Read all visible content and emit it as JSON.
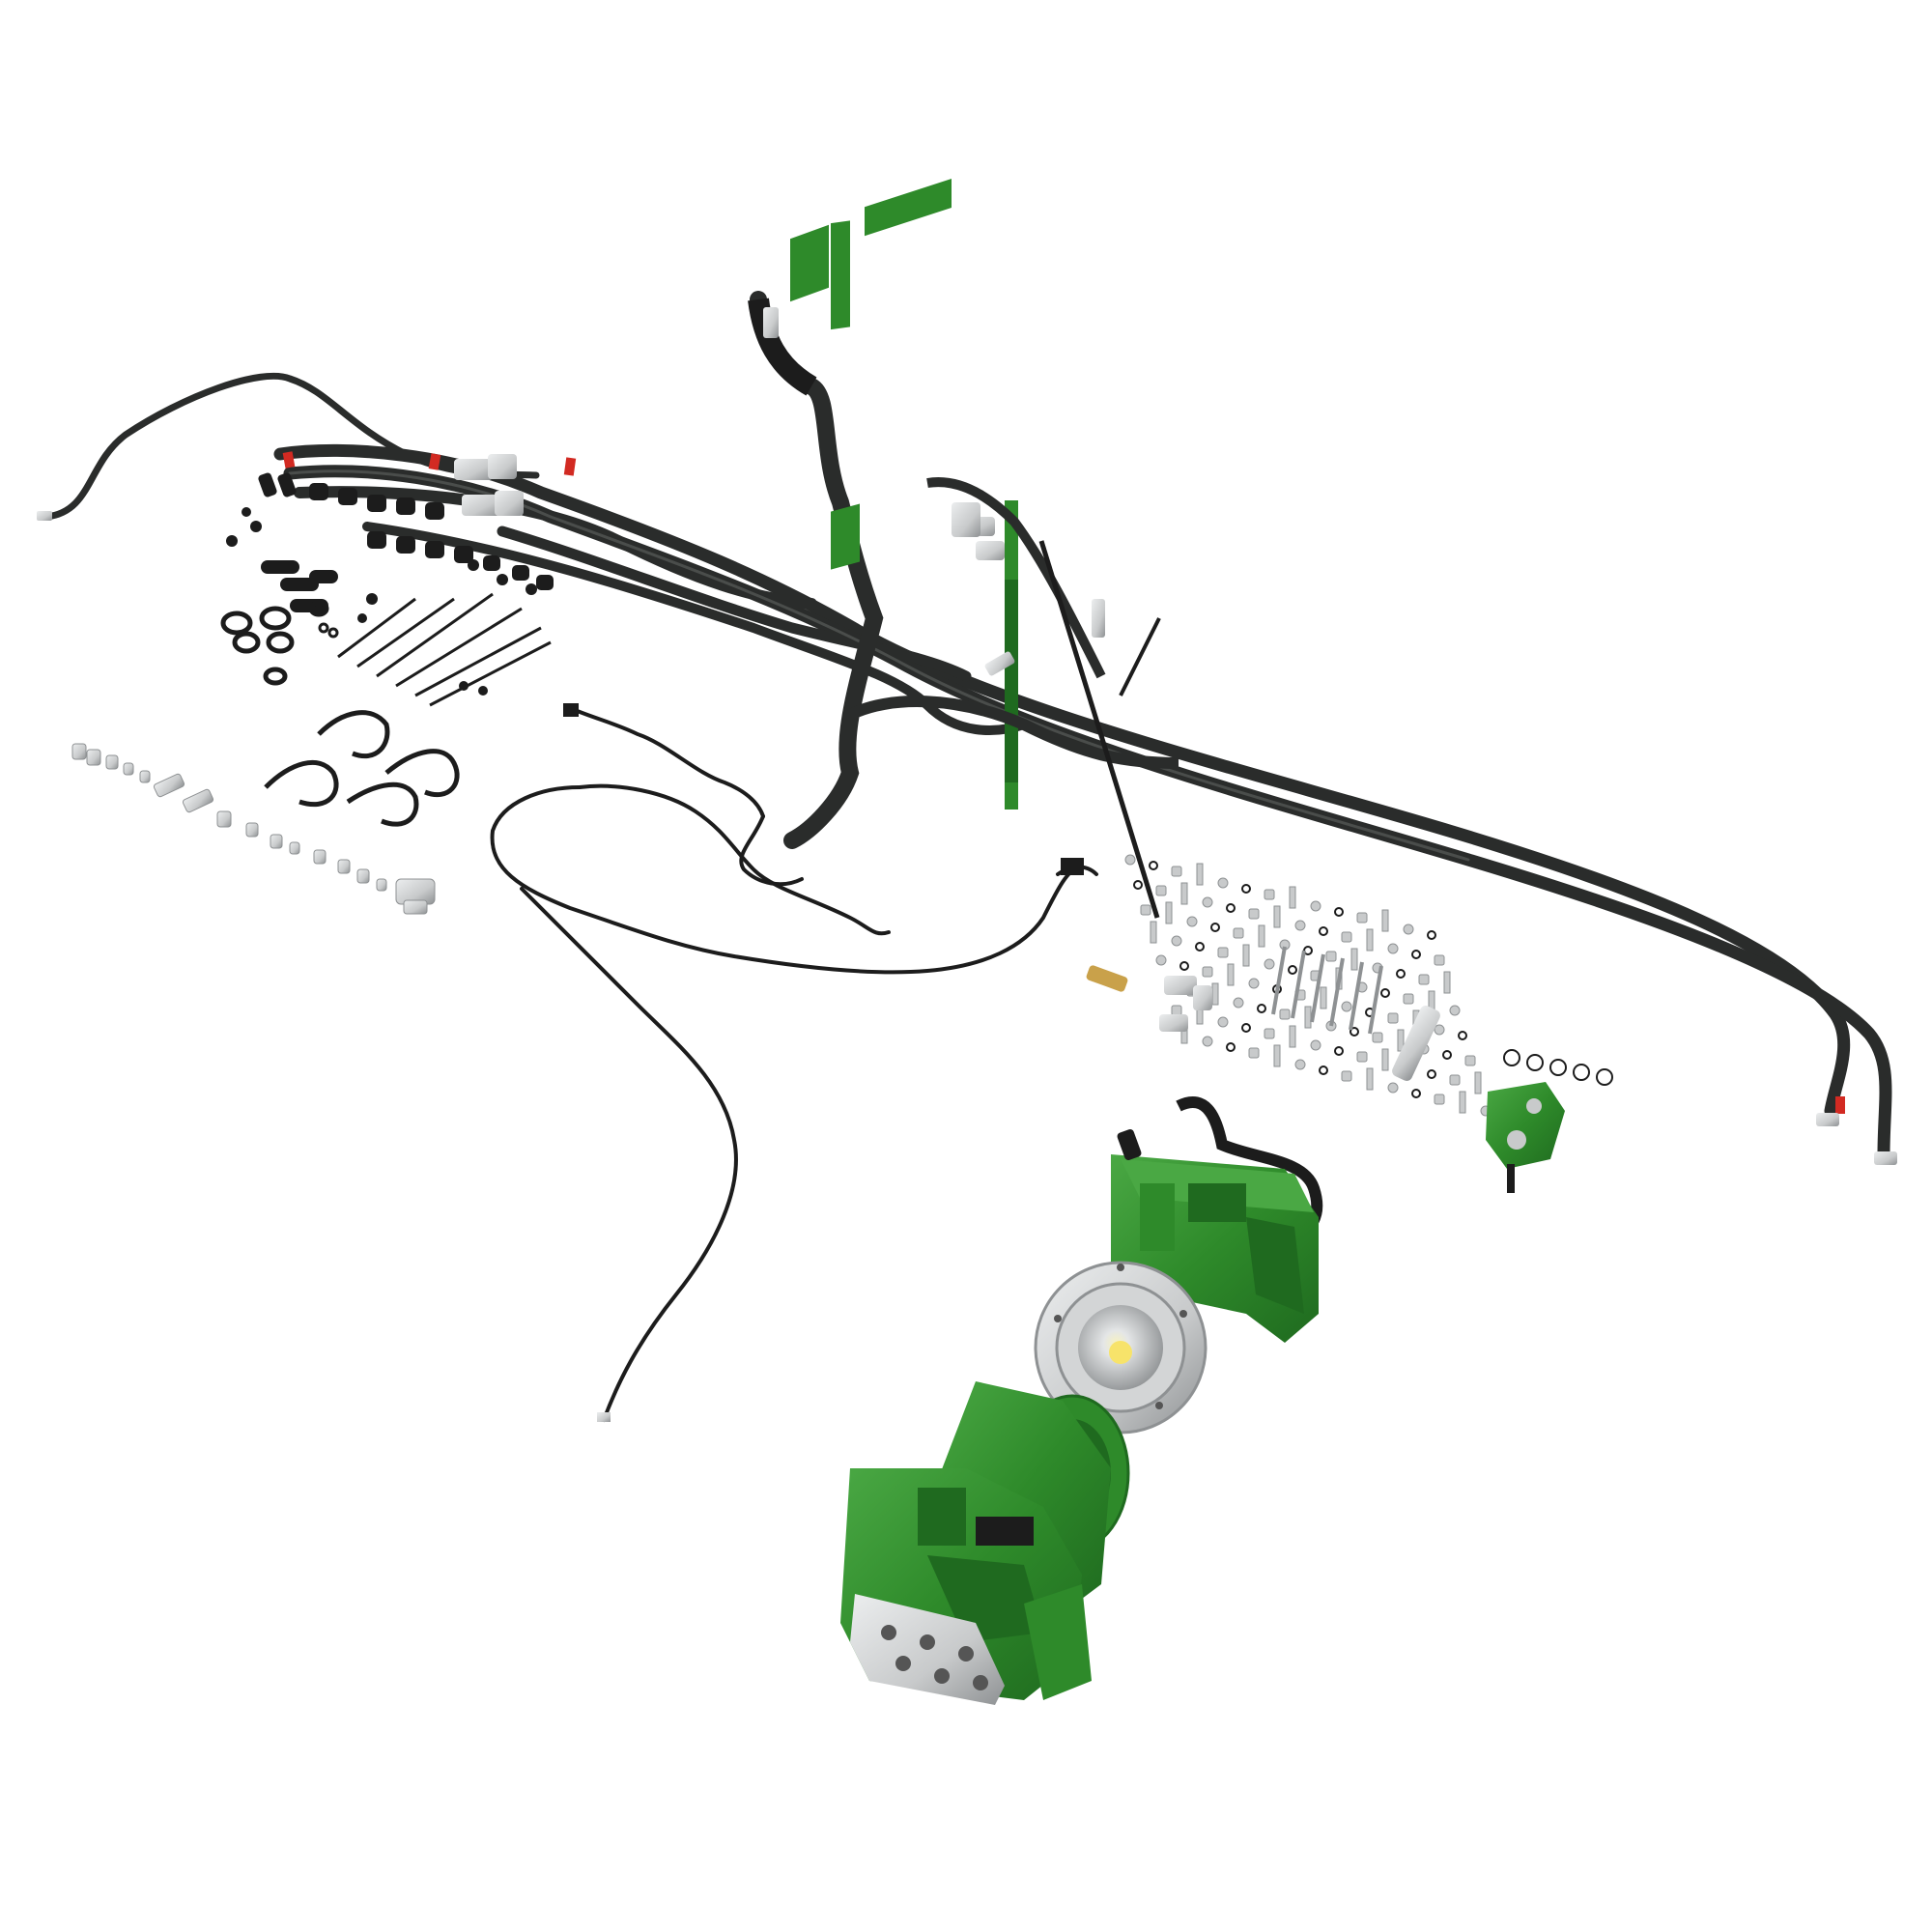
{
  "colors": {
    "background": "#ffffff",
    "hose": "#2a2c2b",
    "hose_highlight": "#4a4d4b",
    "green": "#2e8a2a",
    "green_dark": "#1f6a1f",
    "green_light": "#4aa844",
    "metal": "#c8cacb",
    "metal_dark": "#8e9193",
    "brass": "#c9a14a",
    "red_band": "#d22a22",
    "black_part": "#1c1c1c"
  },
  "parts": [
    {
      "name": "hydraulic-hose-bundle",
      "icon": "hose-icon"
    },
    {
      "name": "mounting-bracket-assembly",
      "icon": "bracket-icon"
    },
    {
      "name": "hose-clamps",
      "icon": "clamp-icon"
    },
    {
      "name": "cable-ties",
      "icon": "tie-icon"
    },
    {
      "name": "hydraulic-fittings",
      "icon": "fitting-icon"
    },
    {
      "name": "bolts-and-washers",
      "icon": "bolt-icon"
    },
    {
      "name": "valve-block",
      "icon": "valve-icon"
    },
    {
      "name": "hydraulic-motor",
      "icon": "motor-icon"
    },
    {
      "name": "gearbox",
      "icon": "gearbox-icon"
    },
    {
      "name": "electrical-harness",
      "icon": "wire-icon"
    }
  ]
}
